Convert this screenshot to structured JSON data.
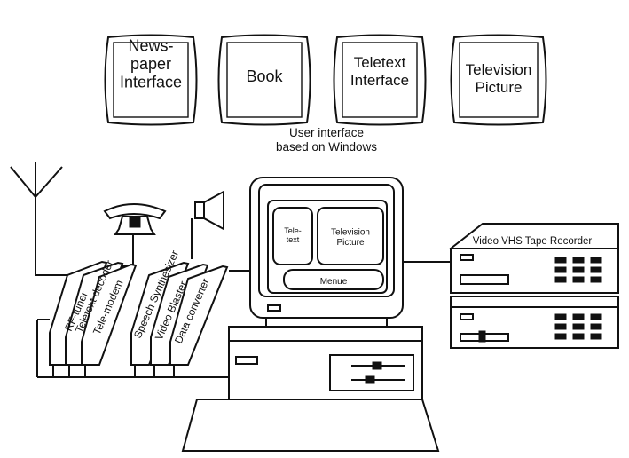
{
  "screens": [
    {
      "label": "News-\npaper\nInterface"
    },
    {
      "label": "Book"
    },
    {
      "label": "Teletext\nInterface"
    },
    {
      "label": "Television\nPicture"
    }
  ],
  "caption": "User interface\nbased on Windows",
  "monitor": {
    "teletext": "Tele-\ntext",
    "tv": "Television\nPicture",
    "menu": "Menue"
  },
  "vcr_label": "Video VHS Tape Recorder",
  "cards": [
    {
      "label": "RF-tuner"
    },
    {
      "label": "Teletext decoder"
    },
    {
      "label": "Tele-modem"
    },
    {
      "label": "Speech Synthesizer"
    },
    {
      "label": "Video Blaster"
    },
    {
      "label": "Data converter"
    }
  ],
  "icons": [
    "antenna-icon",
    "telephone-icon",
    "speaker-icon",
    "monitor-icon",
    "vcr-icon",
    "keyboard-icon",
    "computer-case-icon"
  ]
}
